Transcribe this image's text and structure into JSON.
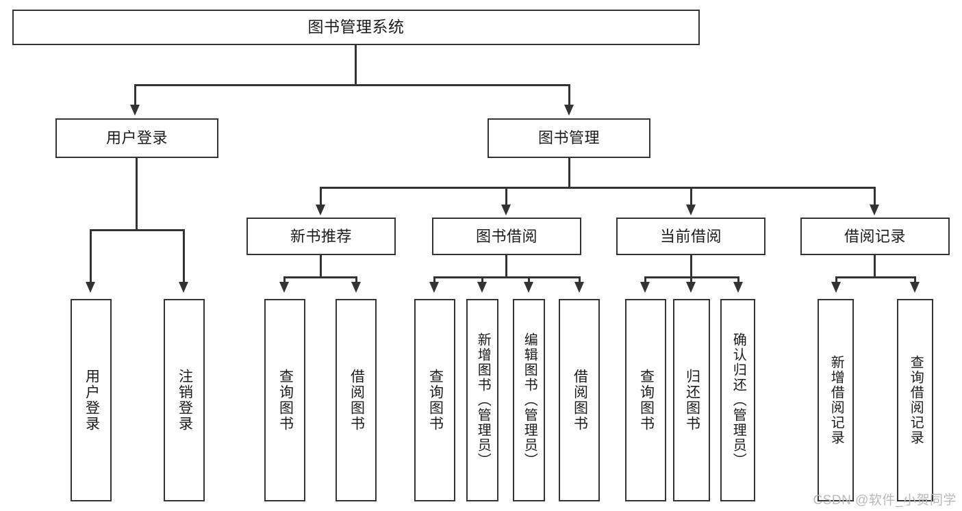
{
  "diagram": {
    "type": "tree",
    "title": "图书管理系统",
    "watermark": "CSDN @软件_小贺同学",
    "colors": {
      "stroke": "#333333",
      "fill": "#ffffff",
      "text": "#1b1b1b",
      "watermark": "#b9b9b9"
    },
    "nodes": {
      "root": {
        "label": "图书管理系统"
      },
      "level1": [
        {
          "id": "user-login",
          "label": "用户登录"
        },
        {
          "id": "book-manage",
          "label": "图书管理"
        }
      ],
      "level2": [
        {
          "id": "new-book-recommend",
          "label": "新书推荐"
        },
        {
          "id": "book-borrow",
          "label": "图书借阅"
        },
        {
          "id": "current-borrow",
          "label": "当前借阅"
        },
        {
          "id": "borrow-record",
          "label": "借阅记录"
        }
      ],
      "leaves": {
        "user_login": [
          {
            "id": "leaf-user-login",
            "label": "用户登录"
          },
          {
            "id": "leaf-logout",
            "label": "注销登录"
          }
        ],
        "new_book_recommend": [
          {
            "id": "leaf-query-book-1",
            "label": "查询图书"
          },
          {
            "id": "leaf-borrow-book-1",
            "label": "借阅图书"
          }
        ],
        "book_borrow": [
          {
            "id": "leaf-query-book-2",
            "label": "查询图书"
          },
          {
            "id": "leaf-add-book",
            "label": "新增图书（管理员）"
          },
          {
            "id": "leaf-edit-book",
            "label": "编辑图书（管理员）"
          },
          {
            "id": "leaf-borrow-book-2",
            "label": "借阅图书"
          }
        ],
        "current_borrow": [
          {
            "id": "leaf-query-book-3",
            "label": "查询图书"
          },
          {
            "id": "leaf-return-book",
            "label": "归还图书"
          },
          {
            "id": "leaf-confirm-return",
            "label": "确认归还（管理员）"
          }
        ],
        "borrow_record": [
          {
            "id": "leaf-add-record",
            "label": "新增借阅记录"
          },
          {
            "id": "leaf-query-record",
            "label": "查询借阅记录"
          }
        ]
      }
    }
  }
}
